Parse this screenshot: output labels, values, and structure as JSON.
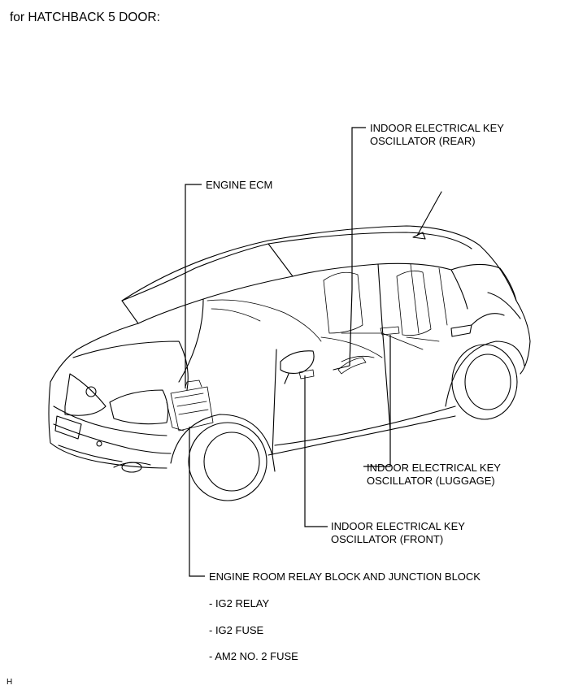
{
  "title": "for HATCHBACK 5 DOOR:",
  "labels": {
    "osc_rear_1": "INDOOR ELECTRICAL KEY",
    "osc_rear_2": "OSCILLATOR (REAR)",
    "engine_ecm": "ENGINE ECM",
    "osc_luggage_1": "INDOOR ELECTRICAL KEY",
    "osc_luggage_2": "OSCILLATOR (LUGGAGE)",
    "osc_front_1": "INDOOR ELECTRICAL KEY",
    "osc_front_2": "OSCILLATOR (FRONT)",
    "relay_block": "ENGINE ROOM RELAY BLOCK AND JUNCTION BLOCK",
    "ig2_relay": "- IG2 RELAY",
    "ig2_fuse": "- IG2 FUSE",
    "am2_fuse": "- AM2 NO. 2 FUSE"
  },
  "footer": "H"
}
